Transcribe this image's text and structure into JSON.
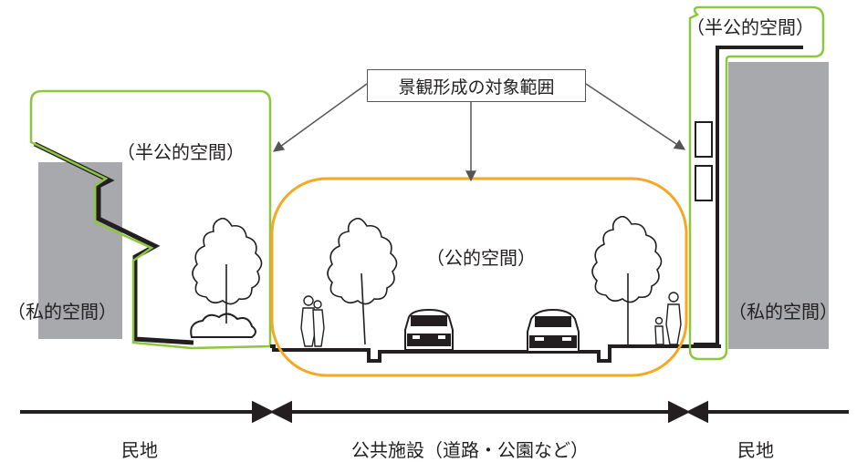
{
  "callout": {
    "text": "景観形成の対象範囲"
  },
  "labels": {
    "semi_public_left": "（半公的空間）",
    "semi_public_right": "（半公的空間）",
    "public": "（公的空間）",
    "private_left": "（私的空間）",
    "private_right": "（私的空間）"
  },
  "bottom": {
    "left": "民地",
    "center": "公共施設（道路・公園など）",
    "right": "民地"
  },
  "colors": {
    "semi_public_outline": "#8dc63f",
    "public_outline": "#f7a823",
    "private_building": "#a7a9ac",
    "line": "#231f20"
  },
  "icons": [
    "tree-icon",
    "car-icon",
    "person-icon",
    "shrub-icon",
    "arrow-icon"
  ]
}
